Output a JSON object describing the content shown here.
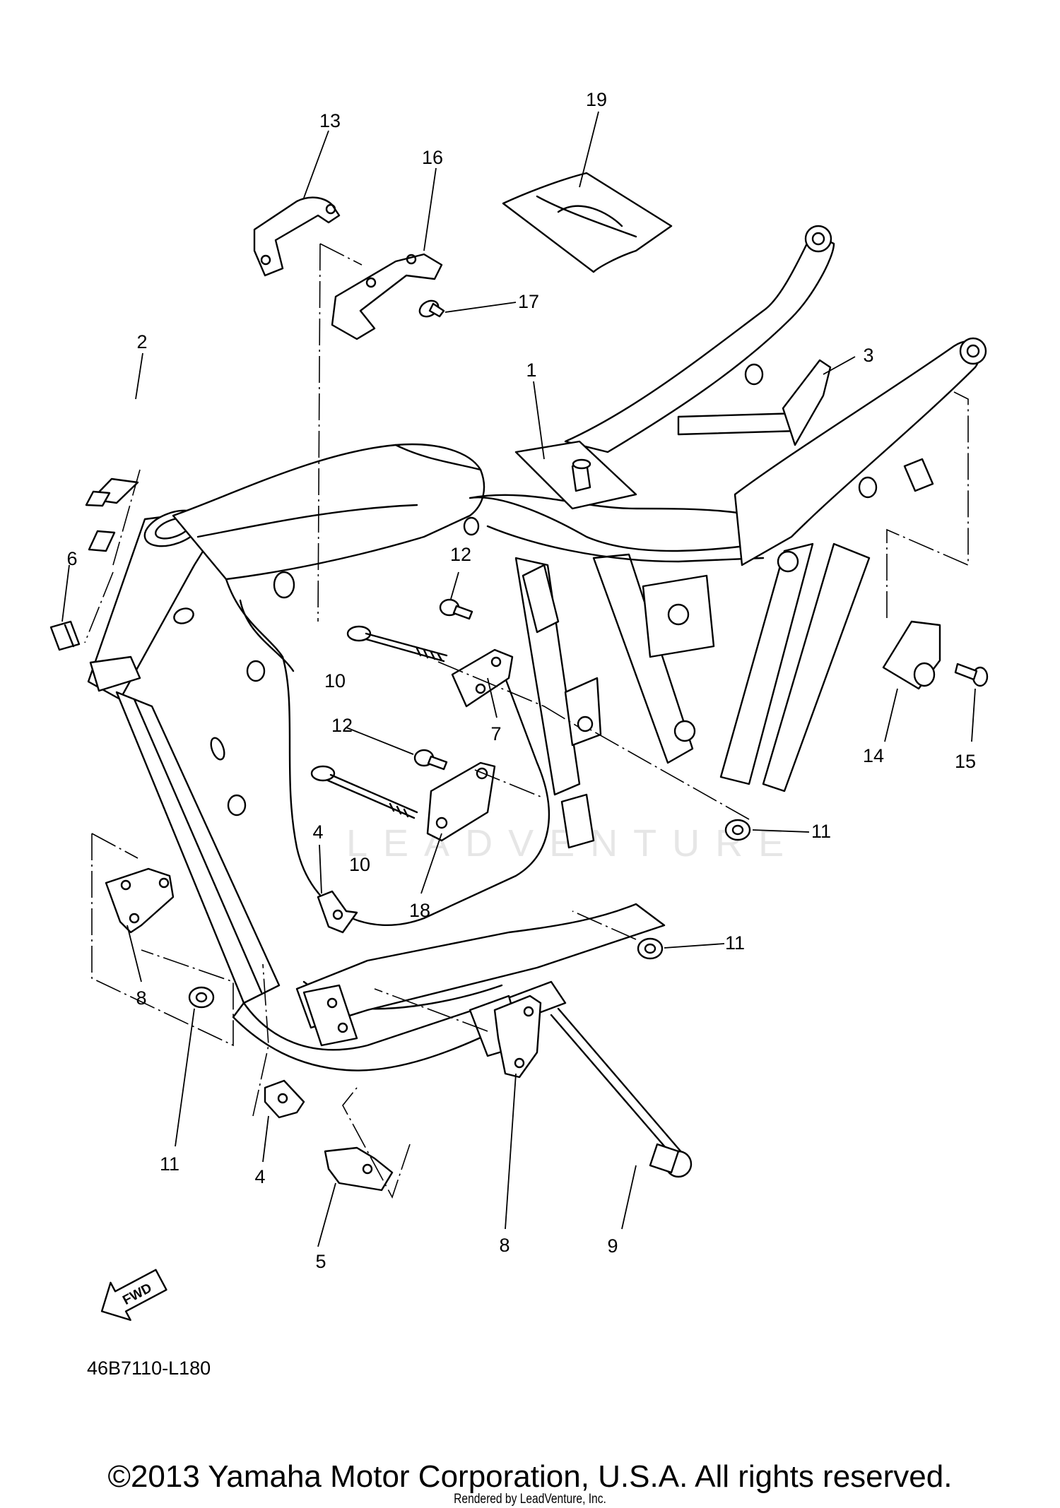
{
  "diagram": {
    "watermark": "LEADVENTURE",
    "drawing_code": "46B7110-L180",
    "direction_badge": "FWD",
    "callouts": {
      "c1": "1",
      "c2": "2",
      "c3": "3",
      "c4a": "4",
      "c4b": "4",
      "c5": "5",
      "c6": "6",
      "c7": "7",
      "c8a": "8",
      "c8b": "8",
      "c9": "9",
      "c10a": "10",
      "c10b": "10",
      "c11a": "11",
      "c11b": "11",
      "c11c": "11",
      "c12a": "12",
      "c12b": "12",
      "c13": "13",
      "c14": "14",
      "c15": "15",
      "c16": "16",
      "c17": "17",
      "c18": "18",
      "c19": "19"
    }
  },
  "footer": {
    "copyright": "©2013 Yamaha Motor Corporation, U.S.A. All rights reserved.",
    "rendered_by": "Rendered by LeadVenture, Inc."
  }
}
